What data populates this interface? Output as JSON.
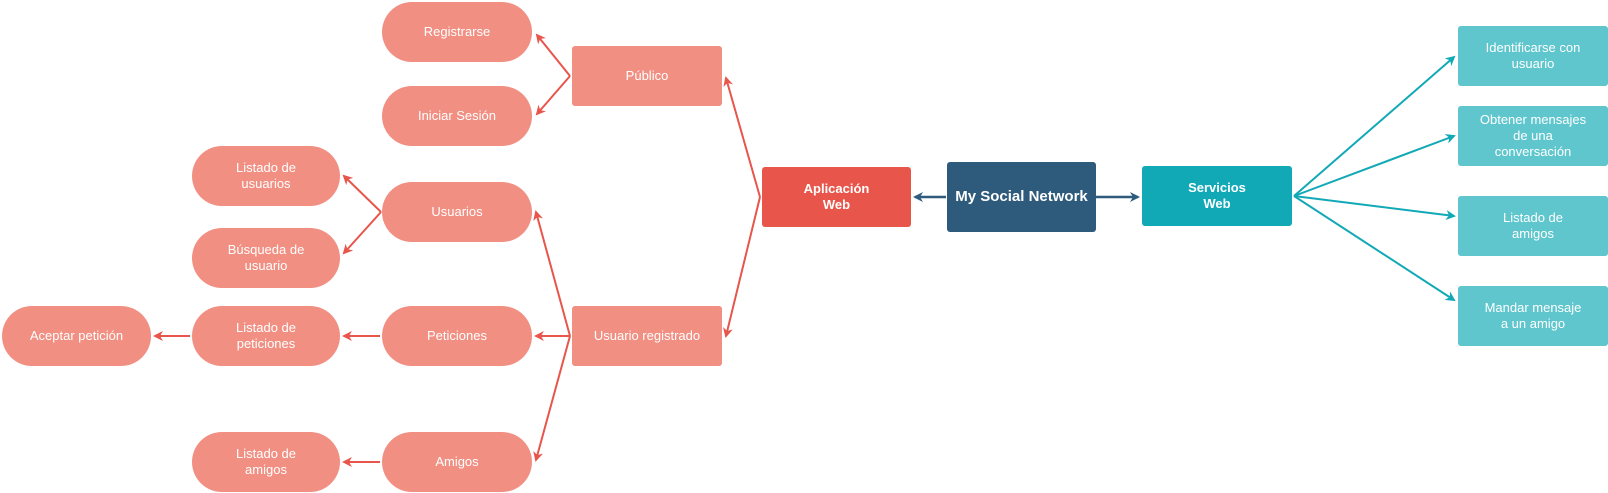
{
  "colors": {
    "salmon": "#f18f82",
    "red": "#e8554a",
    "navy": "#2e5a7c",
    "teal": "#12a9b7",
    "light_teal": "#5fc6cd",
    "arrow_red": "#e8554a",
    "arrow_navy": "#2e5a7c",
    "arrow_teal": "#12a9b7"
  },
  "nodes": {
    "center": "My Social Network",
    "web_app": "Aplicación\nWeb",
    "web_services": "Servicios\nWeb",
    "public": "Público",
    "registered_user": "Usuario registrado",
    "sign_up": "Registrarse",
    "log_in": "Iniciar Sesión",
    "users": "Usuarios",
    "requests": "Peticiones",
    "friends": "Amigos",
    "user_list": "Listado de\nusuarios",
    "user_search": "Búsqueda de\nusuario",
    "request_list": "Listado de\npeticiones",
    "accept_request": "Aceptar petición",
    "friend_list": "Listado de\namigos",
    "ws_identify": "Identificarse con\nusuario",
    "ws_messages": "Obtener mensajes\nde una\nconversación",
    "ws_friends": "Listado de\namigos",
    "ws_send": "Mandar mensaje\na un amigo"
  }
}
